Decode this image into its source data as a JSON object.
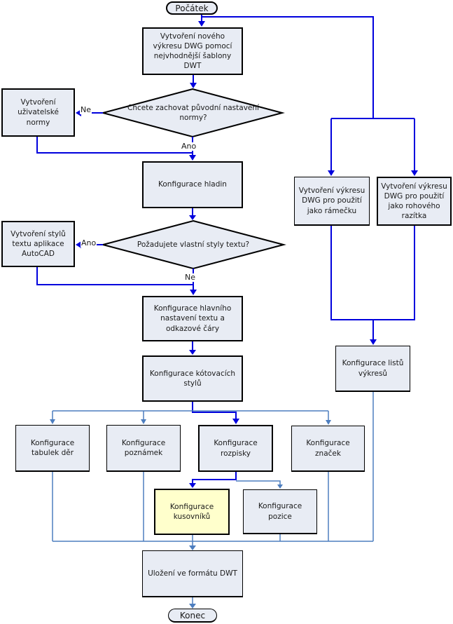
{
  "diagram": {
    "nodes": {
      "start": "Počátek",
      "create_drawing": "Vytvoření nového výkresu DWG pomocí nejvhodnější šablony DWT",
      "decision_keep_standard": "Chcete zachovat původní nastavení normy?",
      "create_user_standard": "Vytvoření uživatelské normy",
      "configure_layers": "Konfigurace hladin",
      "decision_text_styles": "Požadujete vlastní styly textu?",
      "create_text_styles": "Vytvoření stylů textu aplikace AutoCAD",
      "configure_main_text": "Konfigurace hlavního nastavení textu a odkazové čáry",
      "configure_dim_styles": "Konfigurace kótovacích stylů",
      "configure_hole_tables": "Konfigurace tabulek děr",
      "configure_notes": "Konfigurace poznámek",
      "configure_title_block": "Konfigurace rozpisky",
      "configure_symbols": "Konfigurace značek",
      "configure_parts_lists": "Konfigurace kusovníků",
      "configure_balloons": "Konfigurace pozice",
      "create_border_drawing": "Vytvoření výkresu DWG pro použití jako rámečku",
      "create_corner_stamp_drawing": "Vytvoření výkresu DWG pro použití jako rohového razítka",
      "configure_sheets": "Konfigurace listů výkresů",
      "save_dwt": "Uložení ve formátu DWT",
      "end": "Konec"
    },
    "edge_labels": {
      "keep_standard_no": "Ne",
      "keep_standard_yes": "Ano",
      "text_styles_yes": "Ano",
      "text_styles_no": "Ne"
    },
    "colors": {
      "main_line": "#0000dd",
      "branch_line": "#4d7ebf",
      "node_fill": "#e8ecf4",
      "highlight_fill": "#ffffcc",
      "node_border": "#000000",
      "text": "#1a1a1a"
    }
  }
}
